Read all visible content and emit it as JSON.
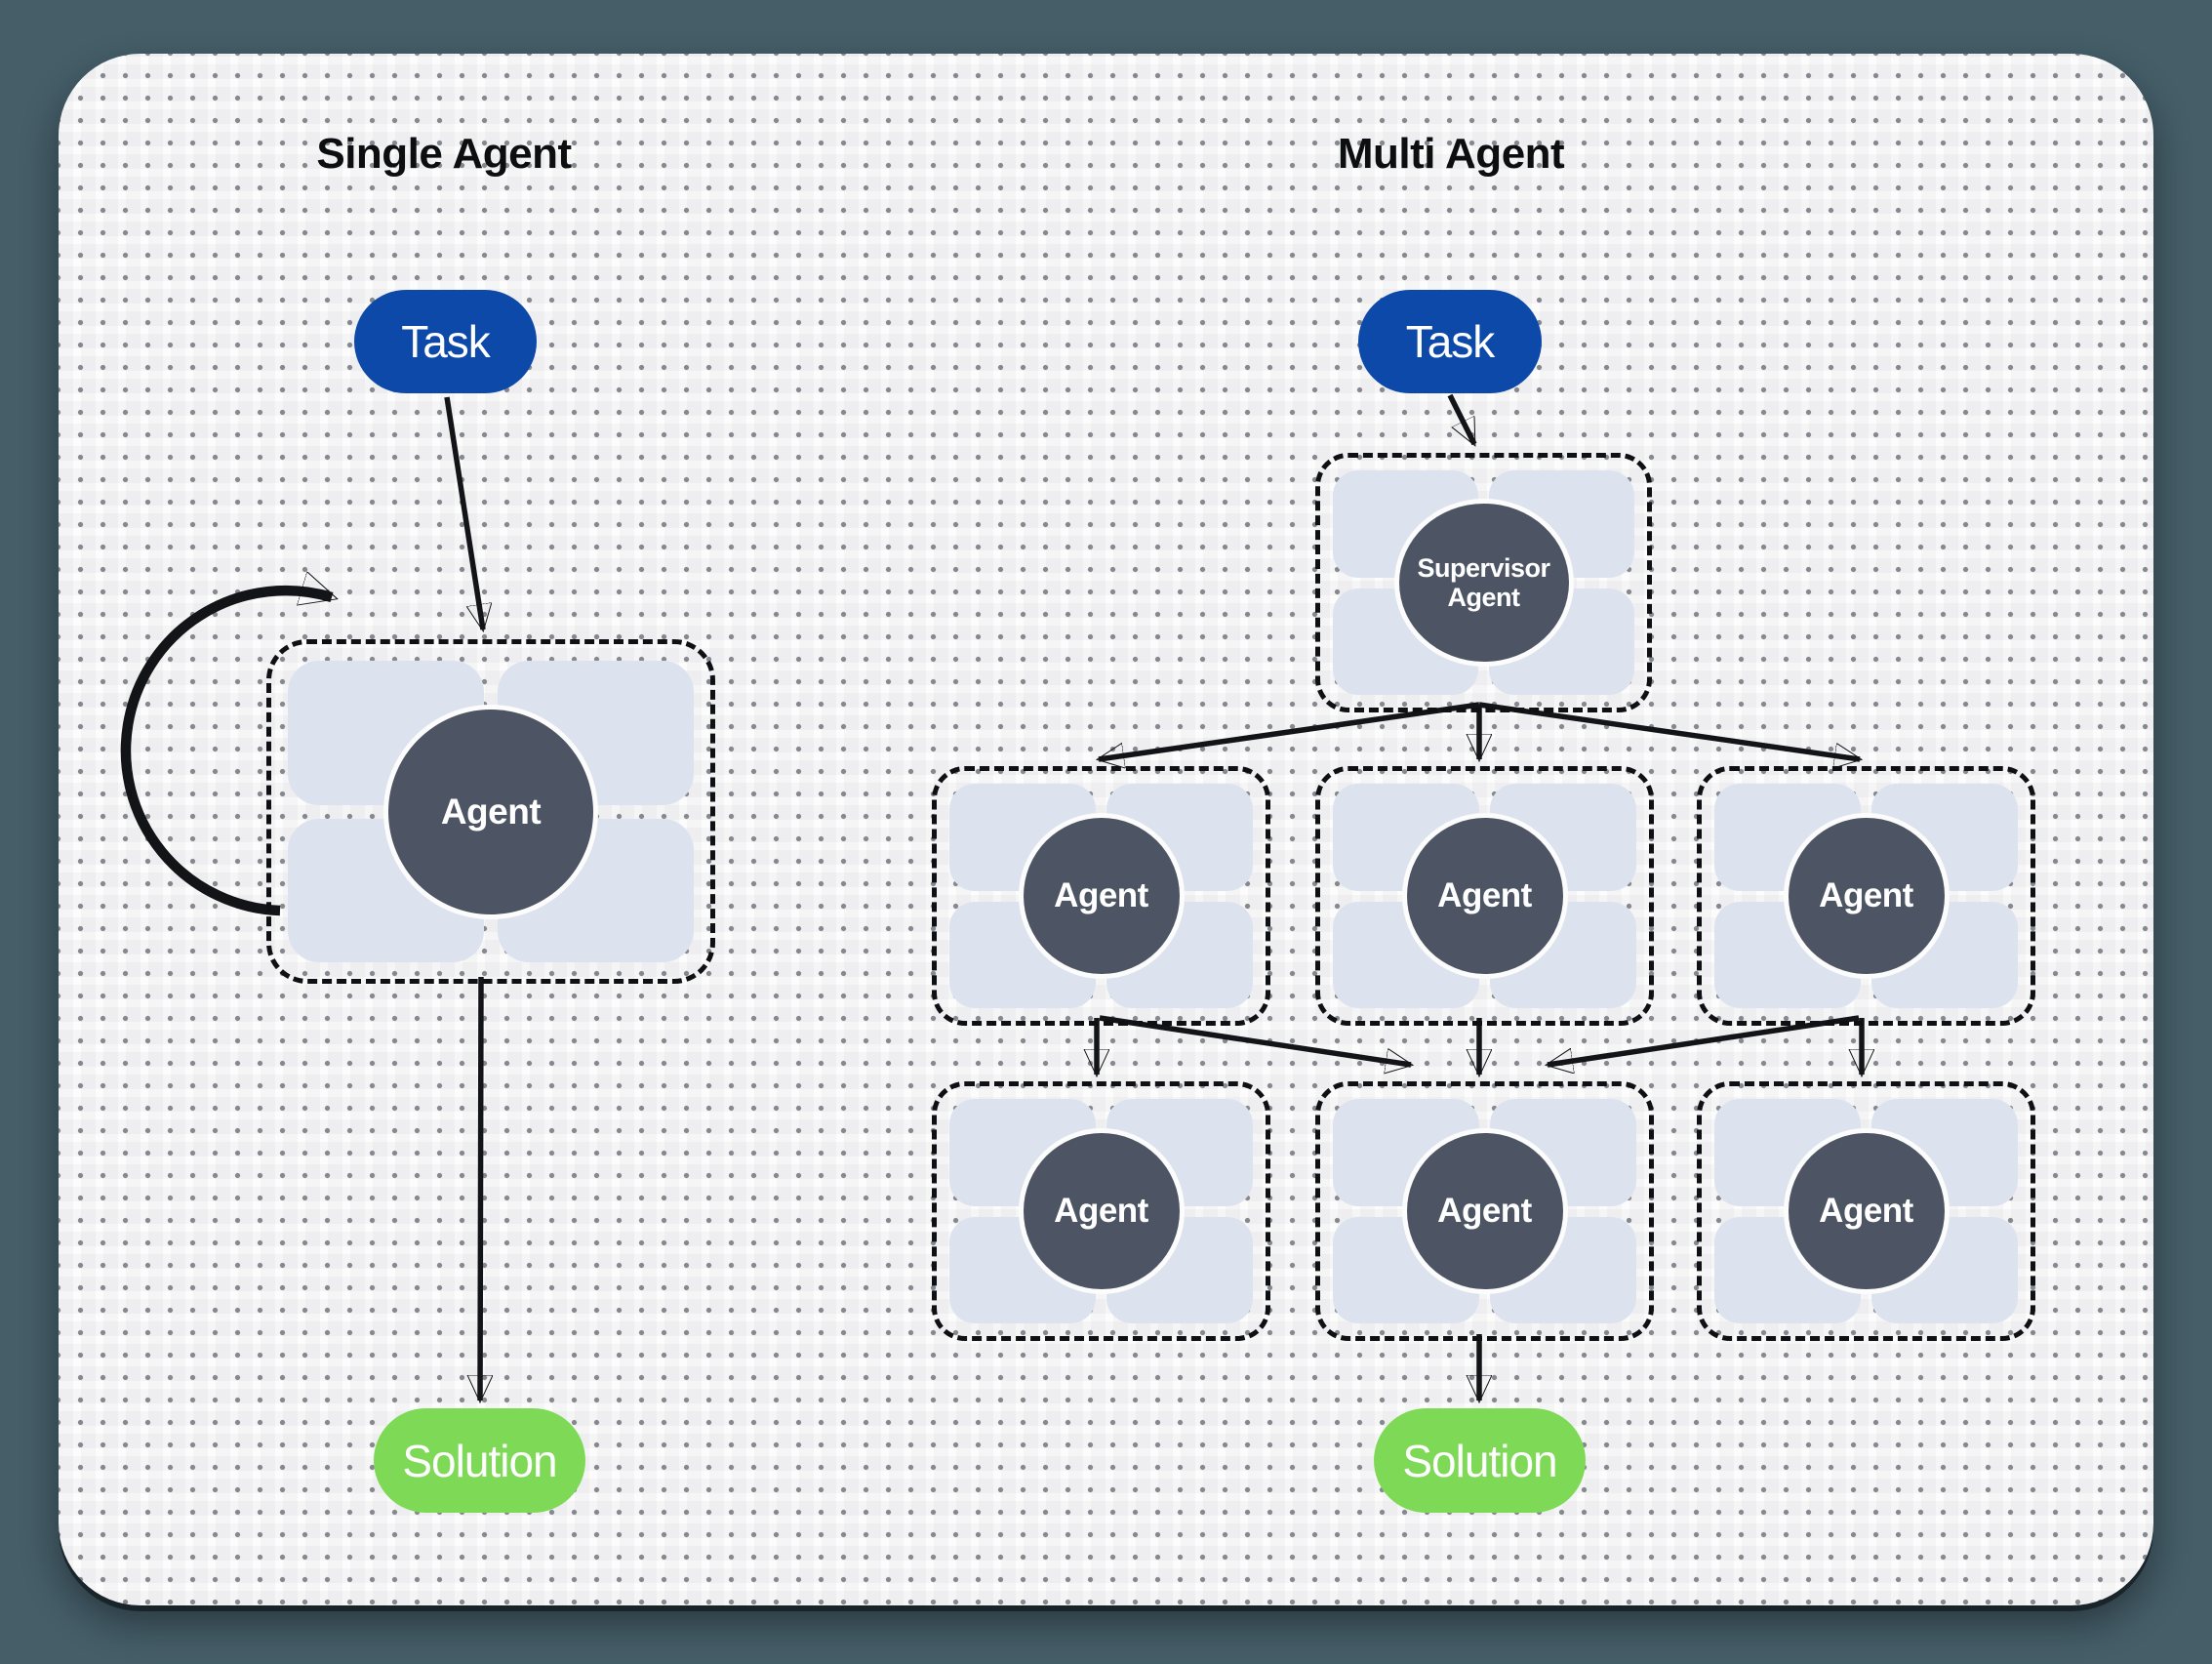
{
  "colors": {
    "backdrop": "#455e68",
    "canvas": "#fcfcfd",
    "dot": "#85898f",
    "task_fill": "#0d49a8",
    "solution_fill": "#7ed957",
    "circle_fill": "#4d5464",
    "tile_fill": "#dde3ee",
    "line": "#131417"
  },
  "panels": {
    "single": {
      "title": "Single Agent",
      "task": "Task",
      "agent": "Agent",
      "solution": "Solution"
    },
    "multi": {
      "title": "Multi Agent",
      "task": "Task",
      "supervisor": "Supervisor Agent",
      "row1": [
        "Agent",
        "Agent",
        "Agent"
      ],
      "row2": [
        "Agent",
        "Agent",
        "Agent"
      ],
      "solution": "Solution"
    }
  }
}
